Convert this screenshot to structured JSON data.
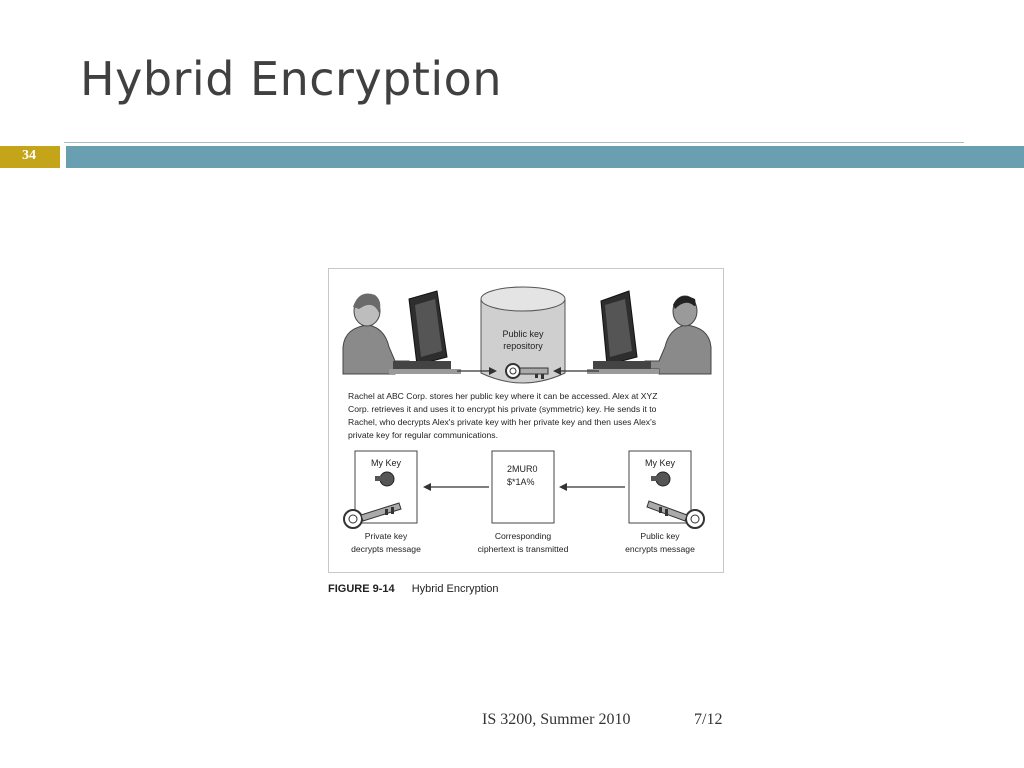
{
  "slide": {
    "title": "Hybrid Encryption",
    "number": "34",
    "footer": "IS 3200, Summer 2010",
    "page": "7/12"
  },
  "figure": {
    "repository_label_line1": "Public key",
    "repository_label_line2": "repository",
    "description_lines": [
      "Rachel at ABC Corp. stores her public key where it can be accessed. Alex at XYZ",
      "Corp. retrieves it and uses it to encrypt his private (symmetric) key. He sends it to",
      "Rachel, who decrypts Alex's private key with her private key and then uses Alex's",
      "private key for regular communications."
    ],
    "left_box_title": "My Key",
    "right_box_title": "My Key",
    "cipher_line1": "2MUR0",
    "cipher_line2": "$*1A%",
    "left_caption_line1": "Private key",
    "left_caption_line2": "decrypts message",
    "middle_caption_line1": "Corresponding",
    "middle_caption_line2": "ciphertext is transmitted",
    "right_caption_line1": "Public key",
    "right_caption_line2": "encrypts message",
    "caption_number": "FIGURE 9-14",
    "caption_title": "Hybrid Encryption"
  }
}
